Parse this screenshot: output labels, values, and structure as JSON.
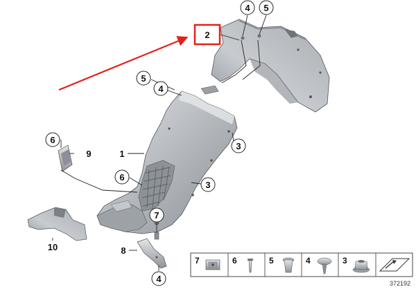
{
  "callouts": {
    "c4_top": "4",
    "c5_top": "5",
    "c2_highlight": "2",
    "c5_mid": "5",
    "c4_mid": "4",
    "c3_a": "3",
    "c6_left": "6",
    "c9": "9",
    "c1": "1",
    "c6_mid": "6",
    "c3_b": "3",
    "c7_mid": "7",
    "c10": "10",
    "c8": "8",
    "c4_bottom": "4"
  },
  "legend": {
    "items": [
      "7",
      "6",
      "5",
      "4",
      "3"
    ]
  },
  "diagram_id": "372192",
  "colors": {
    "highlight": "#e32119",
    "arrow": "#e32119",
    "part_fill": "#b9bdc2",
    "part_shade": "#8e9399",
    "part_light": "#d8dbde",
    "line": "#222222"
  }
}
